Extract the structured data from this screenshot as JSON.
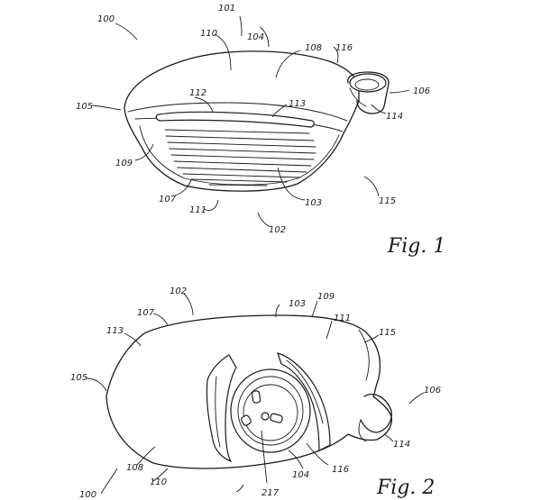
{
  "figures": [
    {
      "id": "fig1",
      "caption": "Fig. 1",
      "refs": {
        "r100": "100",
        "r101": "101",
        "r104": "104",
        "r110": "110",
        "r108": "108",
        "r116": "116",
        "r105": "105",
        "r106": "106",
        "r112": "112",
        "r113": "113",
        "r114": "114",
        "r109": "109",
        "r107": "107",
        "r103": "103",
        "r115": "115",
        "r111": "111",
        "r102": "102"
      }
    },
    {
      "id": "fig2",
      "caption": "Fig. 2",
      "refs": {
        "r102": "102",
        "r103": "103",
        "r109": "109",
        "r107": "107",
        "r111": "111",
        "r113": "113",
        "r115": "115",
        "r105": "105",
        "r106": "106",
        "r114": "114",
        "r108": "108",
        "r116": "116",
        "r104": "104",
        "r110": "110",
        "r100": "100",
        "r217": "217"
      }
    }
  ]
}
